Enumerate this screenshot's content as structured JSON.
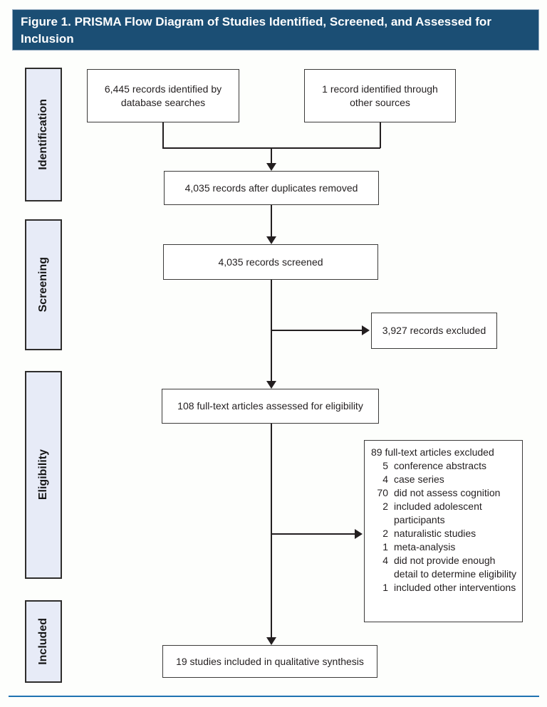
{
  "figure": {
    "title": "Figure 1. PRISMA Flow Diagram of Studies Identified, Screened, and Assessed for Inclusion"
  },
  "stages": {
    "identification": "Identification",
    "screening": "Screening",
    "eligibility": "Eligibility",
    "included": "Included"
  },
  "boxes": {
    "database": "6,445 records identified by database searches",
    "other_sources": "1 record identified through other sources",
    "duplicates_removed": "4,035 records after duplicates removed",
    "screened": "4,035 records screened",
    "records_excluded": "3,927 records excluded",
    "fulltext_assessed": "108 full-text articles assessed for eligibility",
    "included_synthesis": "19 studies included in qualitative synthesis",
    "fulltext_excluded": {
      "header": "89 full-text articles excluded",
      "reasons": [
        {
          "count": "5",
          "label": "conference abstracts"
        },
        {
          "count": "4",
          "label": "case series"
        },
        {
          "count": "70",
          "label": "did not assess cognition"
        },
        {
          "count": "2",
          "label": "included adolescent participants"
        },
        {
          "count": "2",
          "label": "naturalistic studies"
        },
        {
          "count": "1",
          "label": "meta-analysis"
        },
        {
          "count": "4",
          "label": "did not provide enough detail to determine eligibility"
        },
        {
          "count": "1",
          "label": "included other interventions"
        }
      ]
    }
  },
  "colors": {
    "header_bg": "#1b4e74",
    "stage_bg": "#e7ebf7",
    "line": "#231f20",
    "bottom_rule": "#1f73b1"
  }
}
